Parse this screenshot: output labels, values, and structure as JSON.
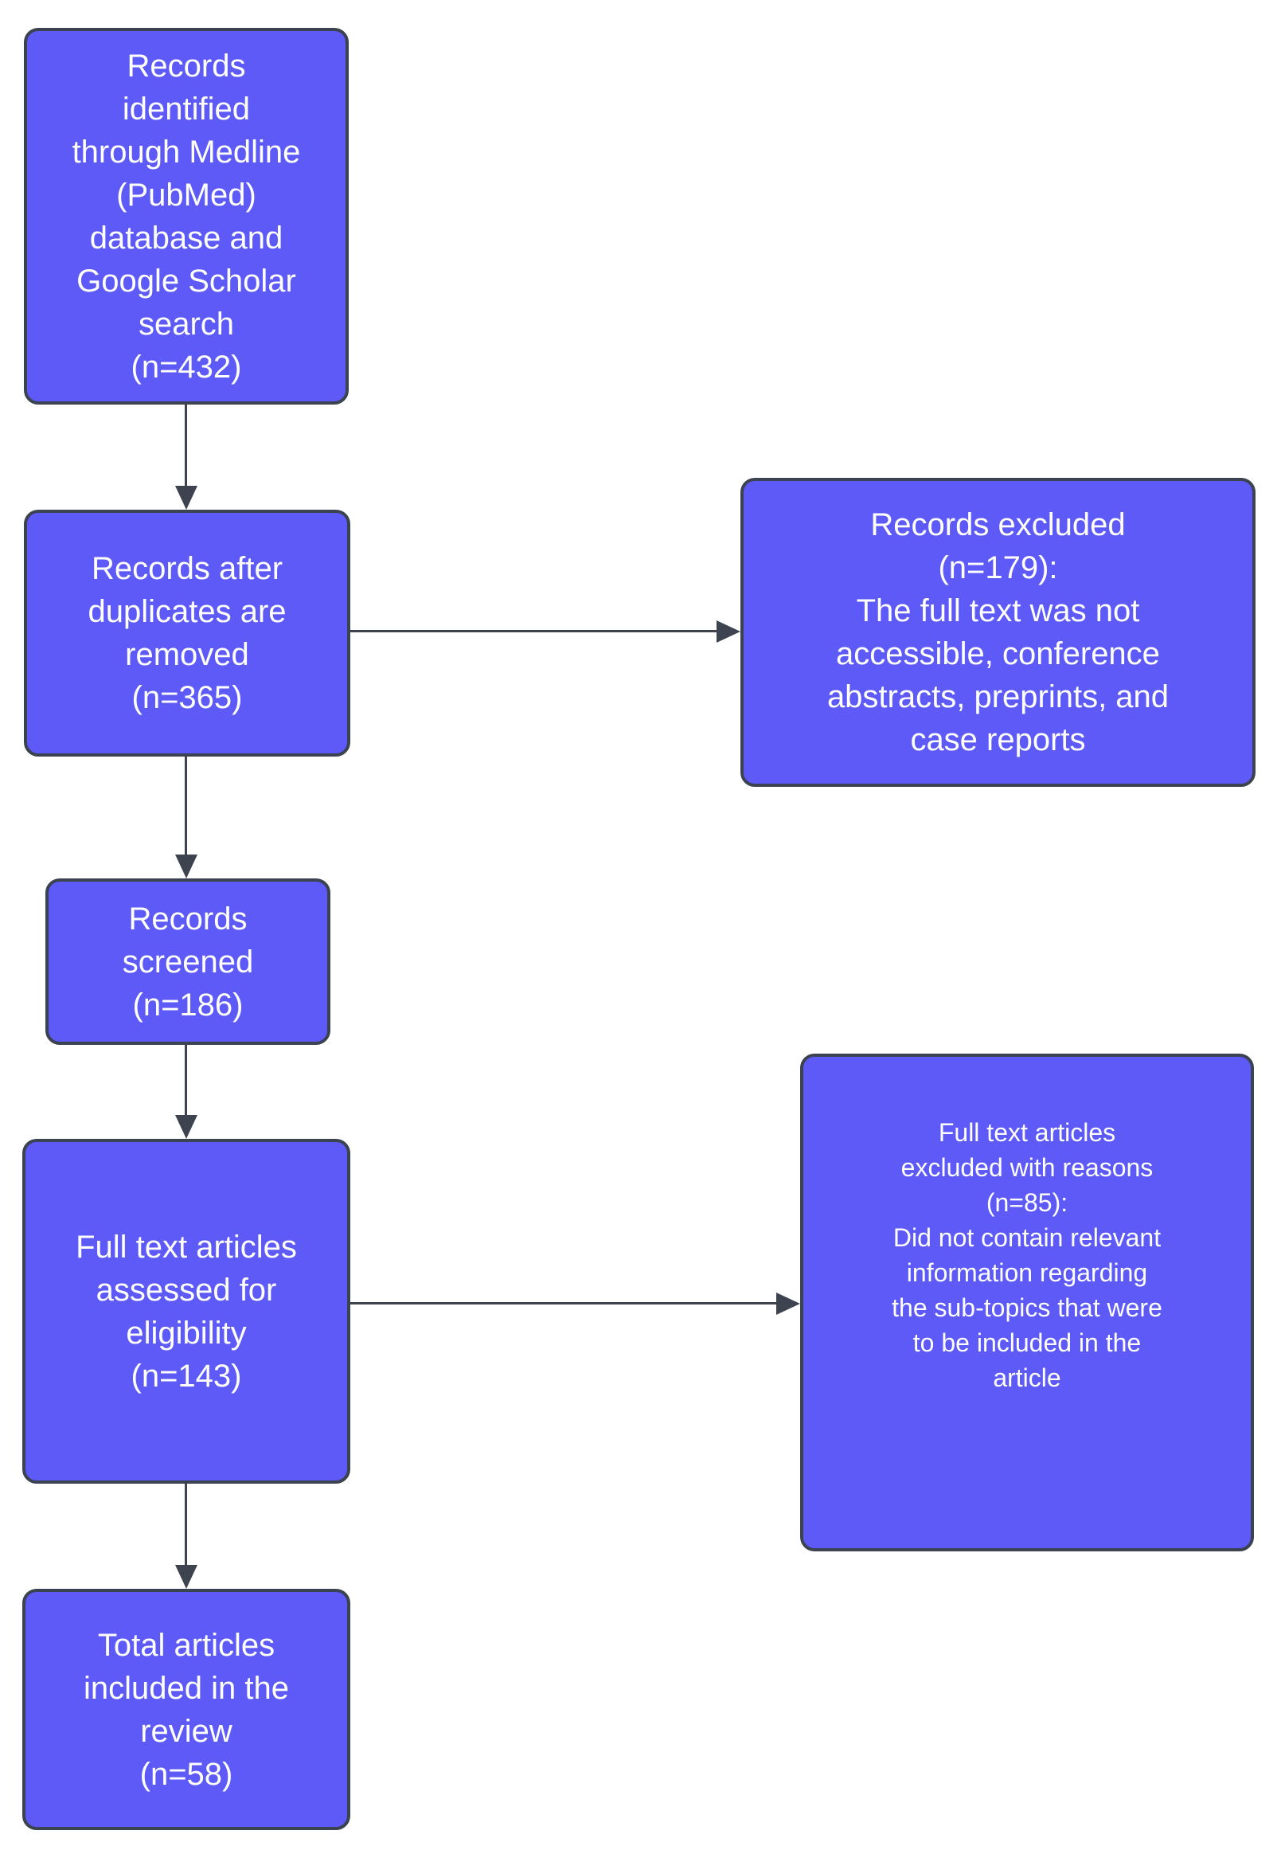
{
  "diagram": {
    "type": "flowchart",
    "background": "#ffffff",
    "node_fill": "#5d5af8",
    "node_border": "#3b4250",
    "arrow_color": "#3d4450",
    "text_color": "#ffffff",
    "nodes": [
      {
        "id": "records-identified",
        "n": 432,
        "label": "Records\nidentified\nthrough Medline\n(PubMed)\ndatabase and\nGoogle Scholar\nsearch\n(n=432)"
      },
      {
        "id": "records-after-duplicates",
        "n": 365,
        "label": "Records after\nduplicates are\nremoved\n(n=365)"
      },
      {
        "id": "records-excluded",
        "n": 179,
        "label": "Records excluded\n(n=179):\nThe full text was not\naccessible, conference\nabstracts, preprints, and\ncase reports"
      },
      {
        "id": "records-screened",
        "n": 186,
        "label": "Records\nscreened\n(n=186)"
      },
      {
        "id": "fulltext-assessed",
        "n": 143,
        "label": "Full text articles\nassessed for\neligibility\n(n=143)"
      },
      {
        "id": "fulltext-excluded",
        "n": 85,
        "label": "Full text articles\nexcluded with reasons\n(n=85):\nDid not contain relevant\ninformation regarding\nthe sub-topics that were\nto be included in the\narticle"
      },
      {
        "id": "total-included",
        "n": 58,
        "label": "Total articles\nincluded in the\nreview\n(n=58)"
      }
    ]
  }
}
